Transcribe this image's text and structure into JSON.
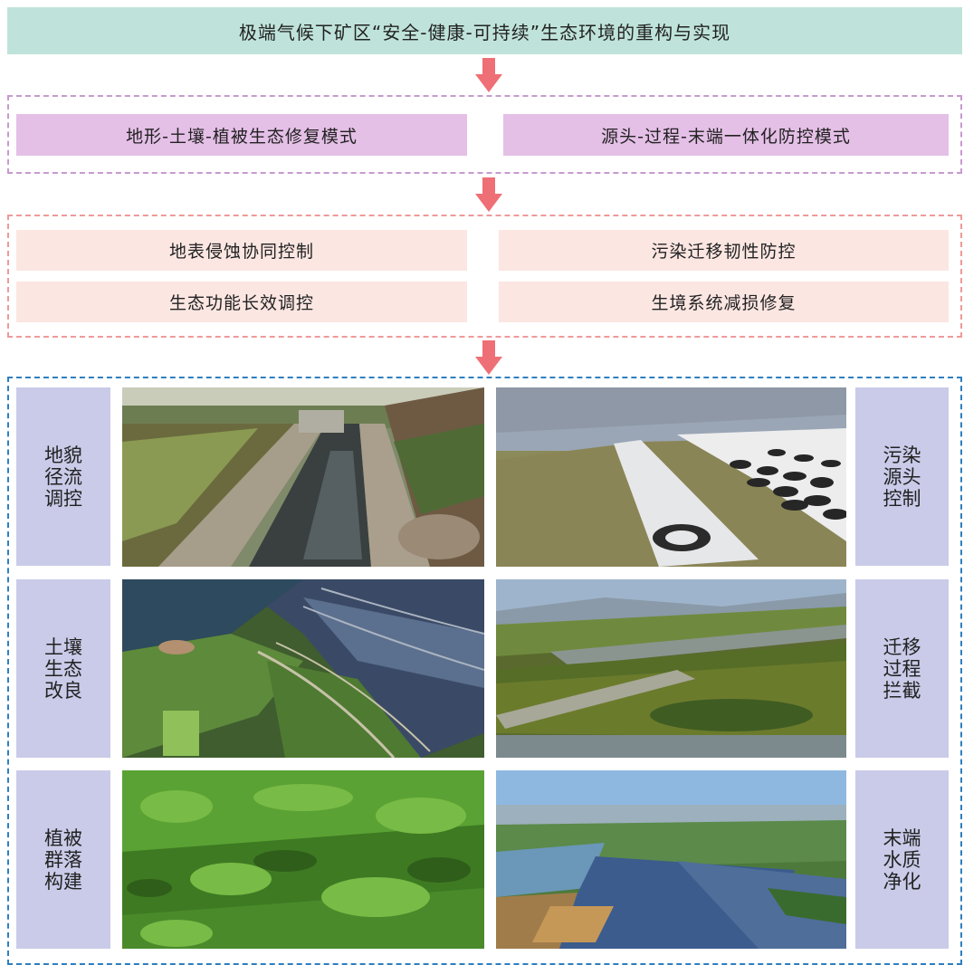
{
  "title": "极端气候下矿区“安全-健康-可持续”生态环境的重构与实现",
  "colors": {
    "title_bg": "#bfe3da",
    "arrow": "#ef6f76",
    "mode_border": "#c79ad0",
    "mode_bg": "#e4bfe6",
    "strategy_border": "#ee9a9a",
    "strategy_bg": "#fbe6e2",
    "measure_border": "#2f7fc0",
    "measure_bg": "#c9cbe8"
  },
  "modes": [
    "地形-土壤-植被生态修复模式",
    "源头-过程-末端一体化防控模式"
  ],
  "strategies": [
    "地表侵蚀协同控制",
    "污染迁移韧性防控",
    "生态功能长效调控",
    "生境系统减损修复"
  ],
  "measures_left": [
    "地貌径流调控",
    "土壤生态改良",
    "植被群落构建"
  ],
  "measures_right": [
    "污染源头控制",
    "迁移过程拦截",
    "末端水质净化"
  ],
  "photos": [
    "drainage-channel-photo",
    "tire-geomembrane-photo",
    "terraced-mine-aerial-photo",
    "settling-pond-photo",
    "vegetated-slope-photo",
    "solar-farm-aerial-photo"
  ]
}
